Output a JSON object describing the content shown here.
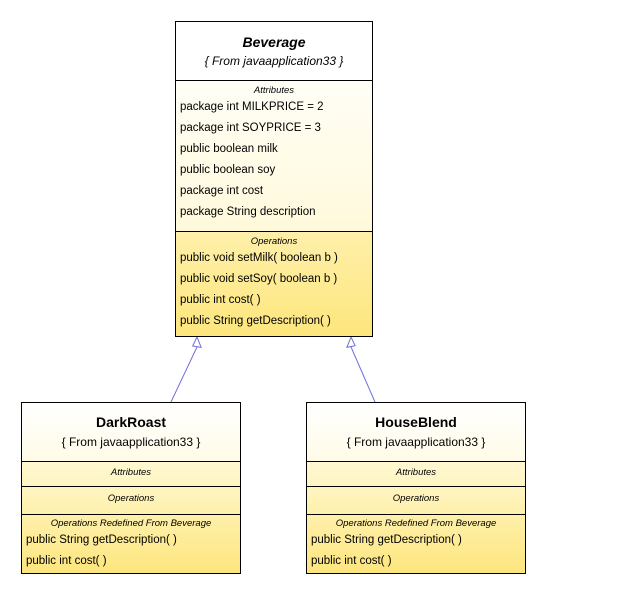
{
  "diagram": {
    "classes": {
      "beverage": {
        "name": "Beverage",
        "origin": "{ From javaapplication33 }",
        "attributes_title": "Attributes",
        "attributes": [
          "package int MILKPRICE = 2",
          "package int SOYPRICE = 3",
          "public boolean milk",
          "public boolean soy",
          "package int cost",
          "package String description"
        ],
        "operations_title": "Operations",
        "operations": [
          "public void  setMilk( boolean b )",
          "public void  setSoy( boolean b )",
          "public int  cost(  )",
          "public String  getDescription(  )"
        ]
      },
      "darkroast": {
        "name": "DarkRoast",
        "origin": "{ From javaapplication33 }",
        "attributes_title": "Attributes",
        "operations_title": "Operations",
        "redefined_title": "Operations Redefined From Beverage",
        "redefined": [
          "public String  getDescription(  )",
          "public int  cost(  )"
        ]
      },
      "houseblend": {
        "name": "HouseBlend",
        "origin": "{ From javaapplication33 }",
        "attributes_title": "Attributes",
        "operations_title": "Operations",
        "redefined_title": "Operations Redefined From Beverage",
        "redefined": [
          "public String  getDescription(  )",
          "public int  cost(  )"
        ]
      }
    },
    "colors": {
      "inheritance_line": "#6f6fdc",
      "box_fill_bottom": "#fde67d",
      "border": "#000000"
    }
  }
}
